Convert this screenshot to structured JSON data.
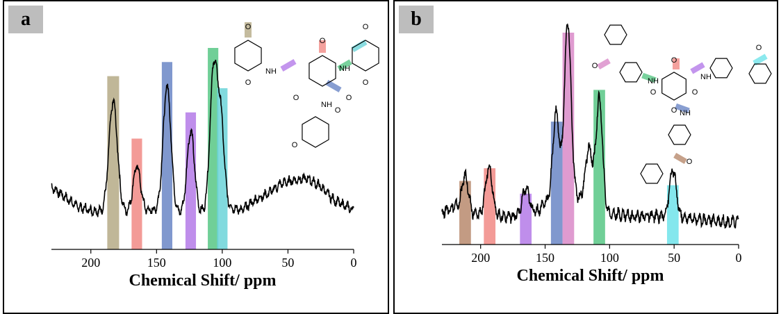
{
  "chart_data": [
    {
      "type": "line",
      "panel_label": "a",
      "xlabel": "Chemical Shift/ ppm",
      "ylabel": "",
      "xlim": [
        230,
        0
      ],
      "xticks": [
        200,
        150,
        100,
        50,
        0
      ],
      "grid": false,
      "highlights": [
        {
          "center": 183,
          "width": 9,
          "height": 0.86,
          "color": "#b5aa86"
        },
        {
          "center": 165,
          "width": 8,
          "height": 0.55,
          "color": "#f18a85"
        },
        {
          "center": 142,
          "width": 8,
          "height": 0.93,
          "color": "#6a86c6"
        },
        {
          "center": 124,
          "width": 8,
          "height": 0.68,
          "color": "#b47ae8"
        },
        {
          "center": 107,
          "width": 8,
          "height": 1.0,
          "color": "#57c785"
        },
        {
          "center": 100,
          "width": 8,
          "height": 0.8,
          "color": "#6bd3d8"
        }
      ],
      "peaks": [
        {
          "center": 183,
          "height": 0.66,
          "width": 3.2
        },
        {
          "center": 165,
          "height": 0.27,
          "width": 2.8
        },
        {
          "center": 142,
          "height": 0.75,
          "width": 3.0
        },
        {
          "center": 124,
          "height": 0.49,
          "width": 2.8
        },
        {
          "center": 106.5,
          "height": 0.85,
          "width": 2.8
        },
        {
          "center": 101,
          "height": 0.5,
          "width": 2.5
        }
      ],
      "baseline_points": [
        [
          230,
          0.18
        ],
        [
          220,
          0.12
        ],
        [
          210,
          0.06
        ],
        [
          200,
          0.04
        ],
        [
          192,
          0.03
        ],
        [
          175,
          0.03
        ],
        [
          150,
          0.04
        ],
        [
          130,
          0.02
        ],
        [
          115,
          0.03
        ],
        [
          95,
          0.06
        ],
        [
          85,
          0.04
        ],
        [
          75,
          0.1
        ],
        [
          65,
          0.14
        ],
        [
          55,
          0.2
        ],
        [
          45,
          0.22
        ],
        [
          35,
          0.23
        ],
        [
          25,
          0.18
        ],
        [
          15,
          0.1
        ],
        [
          5,
          0.06
        ],
        [
          0,
          0.04
        ]
      ],
      "structure_labels": [
        "O",
        "O",
        "O",
        "O",
        "O",
        "O",
        "O",
        "O",
        "O",
        "NH",
        "NH",
        "NH"
      ]
    },
    {
      "type": "line",
      "panel_label": "b",
      "xlabel": "Chemical Shift/ ppm",
      "ylabel": "",
      "xlim": [
        230,
        0
      ],
      "xticks": [
        200,
        150,
        100,
        50,
        0
      ],
      "grid": false,
      "highlights": [
        {
          "center": 212,
          "width": 9,
          "height": 0.3,
          "color": "#b88a6d"
        },
        {
          "center": 193,
          "width": 9,
          "height": 0.36,
          "color": "#f18a85"
        },
        {
          "center": 165,
          "width": 9,
          "height": 0.24,
          "color": "#b47ae8"
        },
        {
          "center": 141,
          "width": 9,
          "height": 0.58,
          "color": "#6a86c6"
        },
        {
          "center": 132,
          "width": 9,
          "height": 1.0,
          "color": "#d98ac8"
        },
        {
          "center": 108,
          "width": 9,
          "height": 0.73,
          "color": "#57c785"
        },
        {
          "center": 51,
          "width": 9,
          "height": 0.28,
          "color": "#6fe3ea"
        }
      ],
      "peaks": [
        {
          "center": 212,
          "height": 0.17,
          "width": 2.4
        },
        {
          "center": 193.5,
          "height": 0.24,
          "width": 2.6
        },
        {
          "center": 165,
          "height": 0.12,
          "width": 2.5
        },
        {
          "center": 141.5,
          "height": 0.43,
          "width": 2.5
        },
        {
          "center": 132.5,
          "height": 0.86,
          "width": 2.6
        },
        {
          "center": 116,
          "height": 0.28,
          "width": 2.8
        },
        {
          "center": 108,
          "height": 0.55,
          "width": 2.5
        },
        {
          "center": 51,
          "height": 0.23,
          "width": 2.6
        }
      ],
      "baseline_points": [
        [
          230,
          0.05
        ],
        [
          220,
          0.08
        ],
        [
          205,
          0.04
        ],
        [
          185,
          0.03
        ],
        [
          175,
          0.03
        ],
        [
          155,
          0.06
        ],
        [
          150,
          0.1
        ],
        [
          125,
          0.12
        ],
        [
          110,
          0.05
        ],
        [
          95,
          0.04
        ],
        [
          80,
          0.03
        ],
        [
          60,
          0.03
        ],
        [
          40,
          0.02
        ],
        [
          20,
          0.01
        ],
        [
          5,
          0.0
        ],
        [
          0,
          0.01
        ]
      ],
      "structure_labels": [
        "O",
        "O",
        "O",
        "O",
        "O",
        "O",
        "O",
        "NH",
        "NH",
        "NH"
      ]
    }
  ]
}
